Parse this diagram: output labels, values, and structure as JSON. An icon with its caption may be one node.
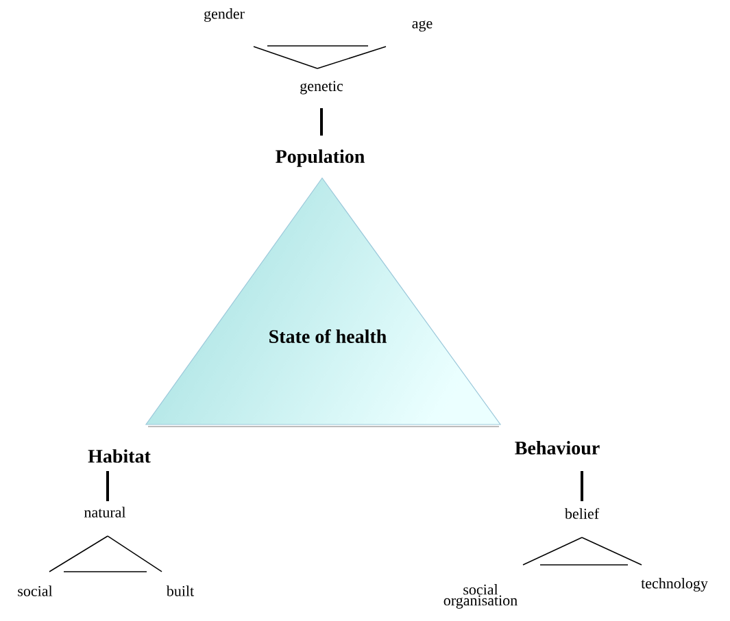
{
  "diagram": {
    "nodes": [
      {
        "text": [
          "gender"
        ]
      },
      {
        "text": [
          "age"
        ]
      },
      {
        "text": [
          "genetic"
        ]
      },
      {
        "text": [
          "Population"
        ]
      },
      {
        "text": [
          "State of health"
        ]
      },
      {
        "text": [
          "Habitat"
        ]
      },
      {
        "text": [
          "Behaviour"
        ]
      },
      {
        "text": [
          "natural"
        ]
      },
      {
        "text": [
          "social"
        ]
      },
      {
        "text": [
          "built"
        ]
      },
      {
        "text": [
          "belief"
        ]
      },
      {
        "text": [
          "social organisation"
        ]
      },
      {
        "text": [
          "technology"
        ]
      }
    ],
    "edges": [
      {
        "from": 0,
        "to": 2,
        "arrow": "none"
      },
      {
        "from": 1,
        "to": 2,
        "arrow": "none"
      },
      {
        "from": 2,
        "to": 3,
        "arrow": "none",
        "style": "thick"
      },
      {
        "from": 5,
        "to": 7,
        "arrow": "none",
        "style": "thick"
      },
      {
        "from": 7,
        "to": 8,
        "arrow": "none"
      },
      {
        "from": 7,
        "to": 9,
        "arrow": "none"
      },
      {
        "from": 8,
        "to": 9,
        "arrow": "none"
      },
      {
        "from": 6,
        "to": 10,
        "arrow": "none",
        "style": "thick"
      },
      {
        "from": 10,
        "to": 11,
        "arrow": "none"
      },
      {
        "from": 10,
        "to": 12,
        "arrow": "none"
      },
      {
        "from": 11,
        "to": 12,
        "arrow": "none"
      }
    ]
  }
}
